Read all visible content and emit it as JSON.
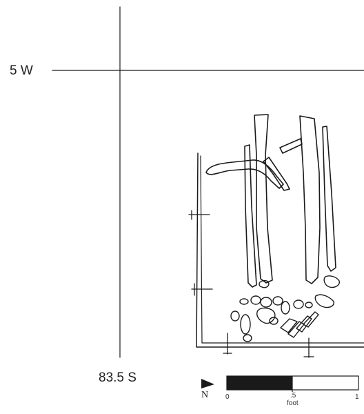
{
  "grid": {
    "west_label": "5 W",
    "south_label": "83.5 S"
  },
  "scale_bar": {
    "tick_zero": "0",
    "tick_half": ".5",
    "tick_one": "1",
    "unit": "foot",
    "filled_fraction": 0.5
  },
  "north_arrow": {
    "letter": "N"
  },
  "colors": {
    "ink": "#1a1a1a",
    "background": "#ffffff"
  }
}
